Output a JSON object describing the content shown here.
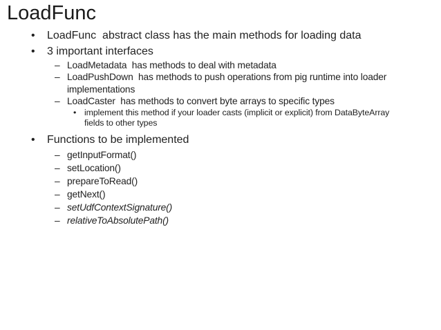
{
  "slide": {
    "title": "LoadFunc",
    "colors": {
      "background": "#ffffff",
      "text": "#212121"
    },
    "bullets": [
      {
        "level": 1,
        "marker": "•",
        "text": "LoadFunc  abstract class has the main methods for loading data"
      },
      {
        "level": 1,
        "marker": "•",
        "text": "3 important interfaces"
      },
      {
        "level": 2,
        "marker": "–",
        "text": "LoadMetadata  has methods to deal with metadata"
      },
      {
        "level": 2,
        "marker": "–",
        "text": "LoadPushDown  has methods to push operations from pig runtime into loader implementations"
      },
      {
        "level": 2,
        "marker": "–",
        "text": "LoadCaster  has methods to convert byte arrays to specific types"
      },
      {
        "level": 3,
        "marker": "•",
        "text": "implement this method if your loader casts (implicit or explicit) from DataByteArray fields to other types"
      },
      {
        "level": 1,
        "marker": "•",
        "text": "Functions to be implemented"
      },
      {
        "level": 2,
        "marker": "–",
        "text": "getInputFormat()"
      },
      {
        "level": 2,
        "marker": "–",
        "text": "setLocation()"
      },
      {
        "level": 2,
        "marker": "–",
        "text": "prepareToRead()"
      },
      {
        "level": 2,
        "marker": "–",
        "text": "getNext()"
      },
      {
        "level": 2,
        "marker": "–",
        "text": "setUdfContextSignature()",
        "italic": true
      },
      {
        "level": 2,
        "marker": "–",
        "text": "relativeToAbsolutePath()",
        "italic": true
      }
    ]
  }
}
